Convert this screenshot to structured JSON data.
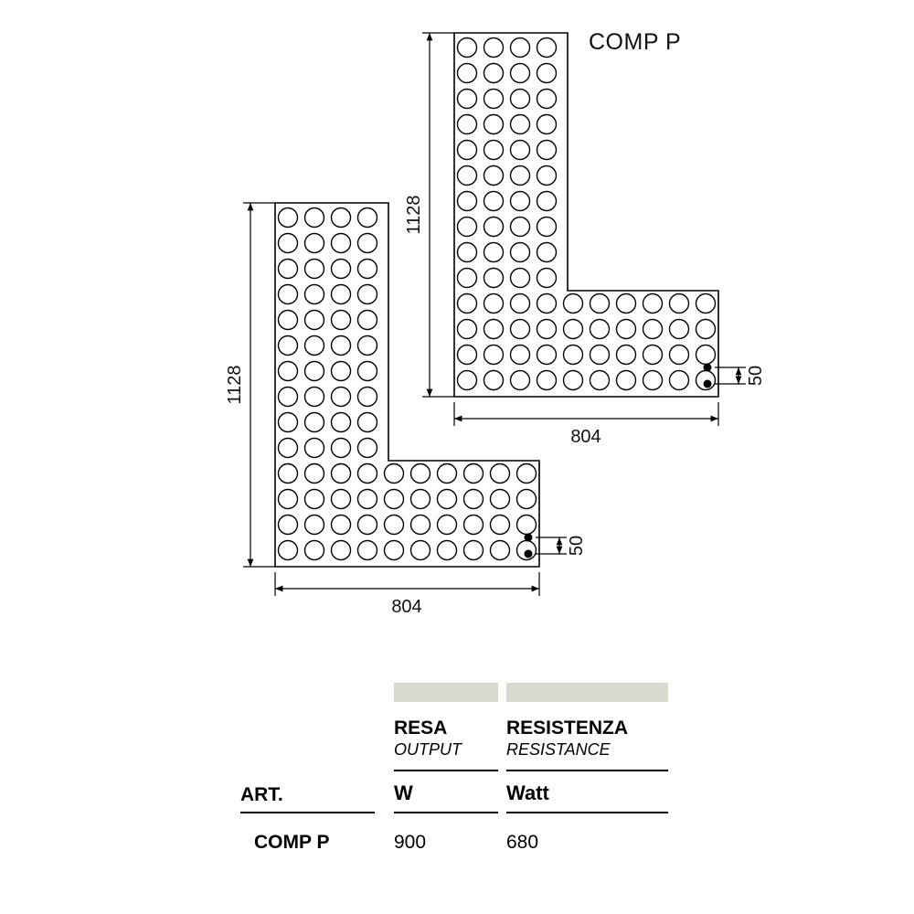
{
  "colors": {
    "table_header_bar": "#d9d8cf",
    "line": "#000000"
  },
  "diagram": {
    "model_label": "COMP P",
    "dimensions": {
      "height": "1128",
      "width": "804",
      "outlet_spacing": "50"
    }
  },
  "table": {
    "art_header": "ART.",
    "columns": [
      {
        "title": "RESA",
        "subtitle": "OUTPUT",
        "unit": "W"
      },
      {
        "title": "RESISTENZA",
        "subtitle": "RESISTANCE",
        "unit": "Watt"
      }
    ],
    "rows": [
      {
        "art": "COMP P",
        "values": [
          "900",
          "680"
        ]
      }
    ]
  }
}
